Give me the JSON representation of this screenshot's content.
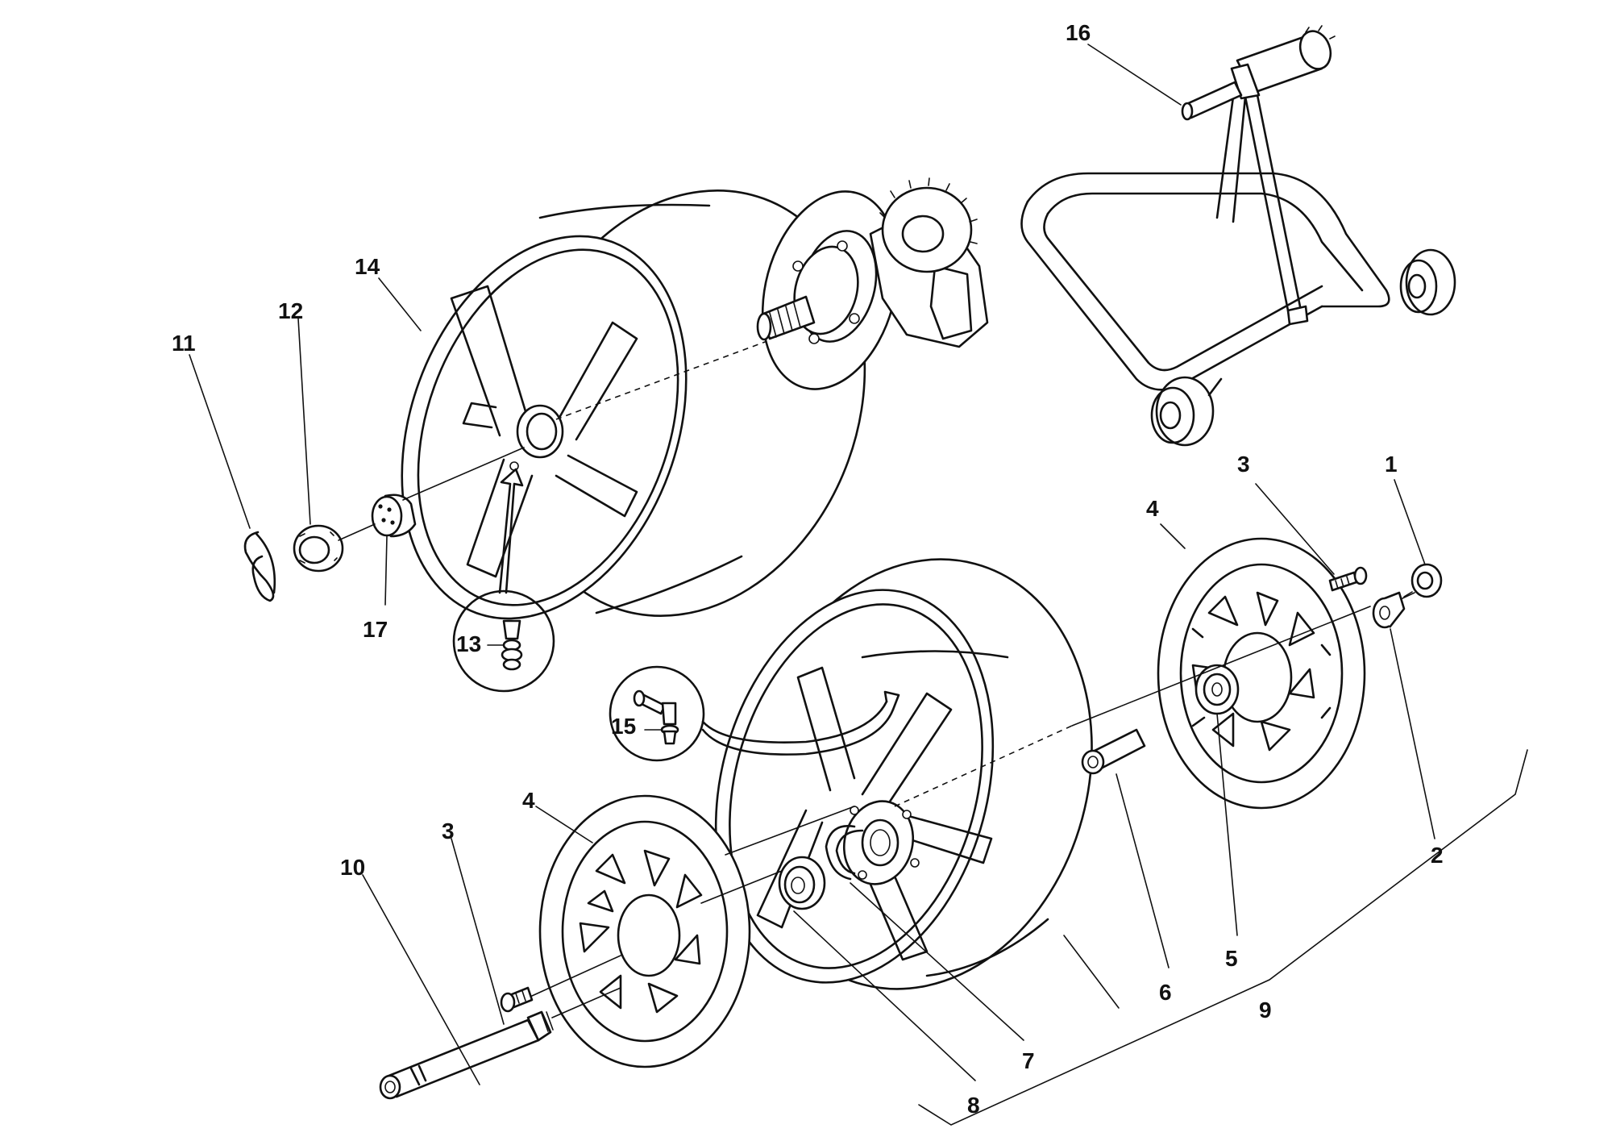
{
  "callouts": [
    {
      "id": "1",
      "label": "1"
    },
    {
      "id": "2",
      "label": "2"
    },
    {
      "id": "3a",
      "label": "3"
    },
    {
      "id": "3b",
      "label": "3"
    },
    {
      "id": "4a",
      "label": "4"
    },
    {
      "id": "4b",
      "label": "4"
    },
    {
      "id": "5",
      "label": "5"
    },
    {
      "id": "6",
      "label": "6"
    },
    {
      "id": "7",
      "label": "7"
    },
    {
      "id": "8",
      "label": "8"
    },
    {
      "id": "9",
      "label": "9"
    },
    {
      "id": "10",
      "label": "10"
    },
    {
      "id": "11",
      "label": "11"
    },
    {
      "id": "12",
      "label": "12"
    },
    {
      "id": "13",
      "label": "13"
    },
    {
      "id": "14",
      "label": "14"
    },
    {
      "id": "15",
      "label": "15"
    },
    {
      "id": "16",
      "label": "16"
    },
    {
      "id": "17",
      "label": "17"
    }
  ]
}
